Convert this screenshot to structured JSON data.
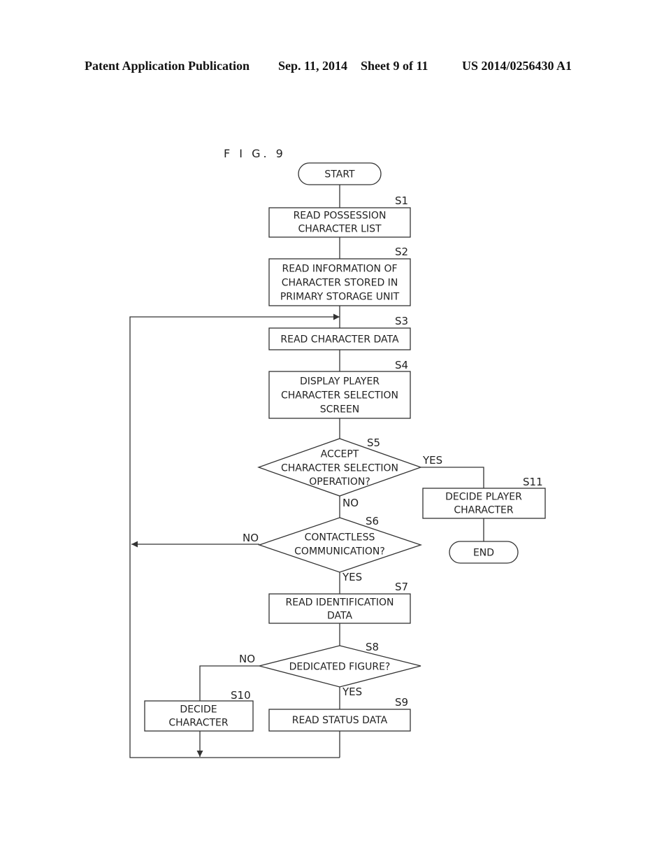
{
  "header": {
    "publication": "Patent Application Publication",
    "date": "Sep. 11, 2014",
    "sheet": "Sheet 9 of 11",
    "number": "US 2014/0256430 A1"
  },
  "figure": {
    "title": "F I G. 9",
    "nodes": [
      {
        "id": "start",
        "shape": "terminal",
        "lines": [
          "START"
        ]
      },
      {
        "id": "s1",
        "shape": "process",
        "step": "S1",
        "lines": [
          "READ POSSESSION",
          "CHARACTER LIST"
        ]
      },
      {
        "id": "s2",
        "shape": "process",
        "step": "S2",
        "lines": [
          "READ INFORMATION OF",
          "CHARACTER STORED IN",
          "PRIMARY STORAGE UNIT"
        ]
      },
      {
        "id": "s3",
        "shape": "process",
        "step": "S3",
        "lines": [
          "READ CHARACTER DATA"
        ]
      },
      {
        "id": "s4",
        "shape": "process",
        "step": "S4",
        "lines": [
          "DISPLAY PLAYER",
          "CHARACTER SELECTION",
          "SCREEN"
        ]
      },
      {
        "id": "s5",
        "shape": "decision",
        "step": "S5",
        "lines": [
          "ACCEPT",
          "CHARACTER SELECTION",
          "OPERATION?"
        ]
      },
      {
        "id": "s11",
        "shape": "process",
        "step": "S11",
        "lines": [
          "DECIDE PLAYER",
          "CHARACTER"
        ]
      },
      {
        "id": "end",
        "shape": "terminal",
        "lines": [
          "END"
        ]
      },
      {
        "id": "s6",
        "shape": "decision",
        "step": "S6",
        "lines": [
          "CONTACTLESS",
          "COMMUNICATION?"
        ]
      },
      {
        "id": "s7",
        "shape": "process",
        "step": "S7",
        "lines": [
          "READ IDENTIFICATION",
          "DATA"
        ]
      },
      {
        "id": "s8",
        "shape": "decision",
        "step": "S8",
        "lines": [
          "DEDICATED FIGURE?"
        ]
      },
      {
        "id": "s9",
        "shape": "process",
        "step": "S9",
        "lines": [
          "READ STATUS DATA"
        ]
      },
      {
        "id": "s10",
        "shape": "process",
        "step": "S10",
        "lines": [
          "DECIDE",
          "CHARACTER"
        ]
      }
    ],
    "edge_labels": [
      {
        "id": "s5-yes",
        "text": "YES"
      },
      {
        "id": "s5-no",
        "text": "NO"
      },
      {
        "id": "s6-no",
        "text": "NO"
      },
      {
        "id": "s6-yes",
        "text": "YES"
      },
      {
        "id": "s8-no",
        "text": "NO"
      },
      {
        "id": "s8-yes",
        "text": "YES"
      }
    ]
  }
}
